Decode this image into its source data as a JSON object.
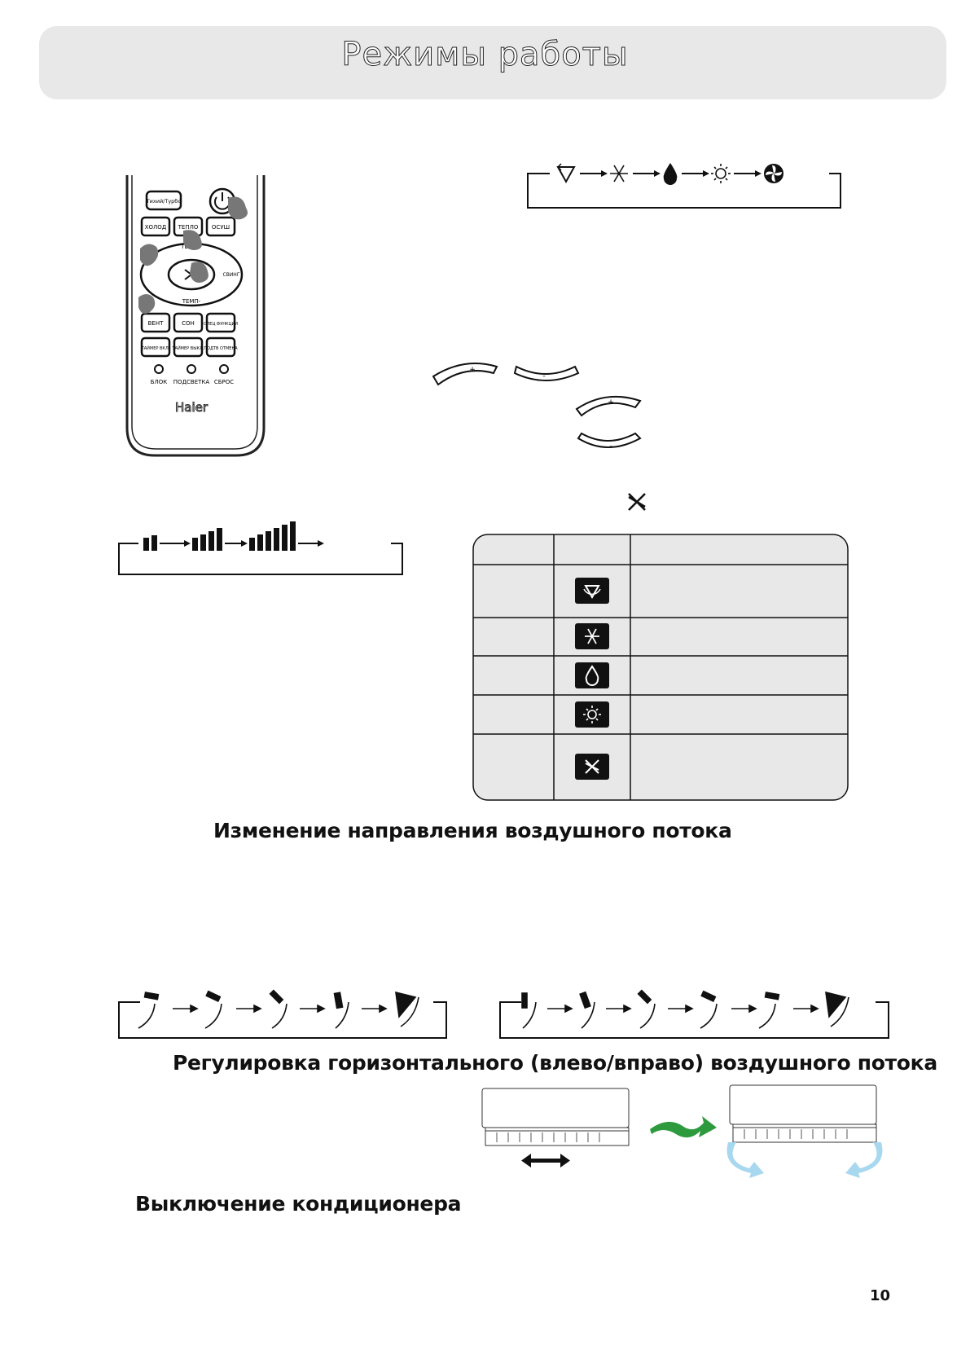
{
  "page": {
    "title": "Режимы работы",
    "page_number": "10"
  },
  "sections": {
    "airflow_direction": "Изменение направления воздушного потока",
    "horizontal_airflow": "Регулировка горизонтального (влево/вправо) воздушного потока",
    "power_off": "Выключение кондиционера"
  },
  "remote": {
    "brand": "Haier",
    "buttons": {
      "turbo": "Тихий/Турбо",
      "cool": "ХОЛОД",
      "heat": "ТЕПЛО",
      "dry": "ОСУШ",
      "temp_up": "ТЕМП+",
      "temp_down": "ТЕМП-",
      "swing": "СВИНГ",
      "fan": "ВЕНТ",
      "sleep": "СОН",
      "special": "СПЕЦ ФУНКЦИИ",
      "timer_on": "ТАЙМЕР ВКЛ.",
      "timer_off": "ТАЙМЕР ВЫКЛ.",
      "confirm": "ПОДТВ ОТМЕНА",
      "lock": "БЛОК",
      "light": "ПОДСВЕТКА",
      "reset": "СБРОС"
    }
  },
  "buttons_diagram": {
    "plus": "+",
    "minus": "-"
  },
  "mode_table": {
    "icons": [
      "auto-mode-icon",
      "snowflake-icon",
      "water-drop-icon",
      "sun-icon",
      "fan-icon"
    ]
  },
  "colors": {
    "header_bg": "#e8e8e8",
    "table_bg": "#e8e8e8",
    "green_arrow": "#2e9a3e",
    "airflow_blue": "#a8d8ef"
  }
}
